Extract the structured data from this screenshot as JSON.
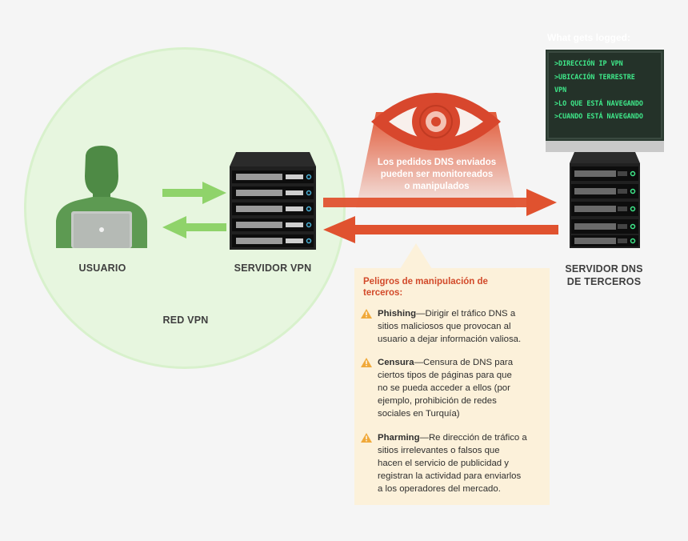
{
  "header_text": "What gets logged:",
  "log_lines": [
    ">DIRECCIÓN IP VPN",
    ">UBICACIÓN TERRESTRE",
    "VPN",
    ">LO QUE ESTÁ NAVEGANDO",
    ">CUANDO ESTÁ NAVEGANDO"
  ],
  "labels": {
    "user": "USUARIO",
    "vpn_server": "SERVIDOR VPN",
    "vpn_network": "RED VPN",
    "dns_server_line1": "SERVIDOR DNS",
    "dns_server_line2": "DE TERCEROS"
  },
  "eye_text": [
    "Los pedidos DNS enviados",
    "pueden ser monitoreados",
    "o manipulados"
  ],
  "panel": {
    "title_line1": "Peligros de manipulación de",
    "title_line2": "terceros:",
    "items": [
      {
        "title": "Phishing",
        "sep": "—",
        "lines": [
          "Dirigir el tráfico DNS a",
          "sitios maliciosos que provocan al",
          "usuario a dejar información valiosa."
        ]
      },
      {
        "title": "Censura",
        "sep": "—",
        "lines": [
          "Censura de DNS para",
          "ciertos tipos de páginas para que",
          "no se pueda acceder a ellos (por",
          "ejemplo, prohibición de redes",
          "sociales en Turquía)"
        ]
      },
      {
        "title": "Pharming",
        "sep": "—",
        "lines": [
          "Re dirección de tráfico a",
          "sitios irrelevantes o falsos que",
          "hacen el servicio de publicidad y",
          "registran la actividad para enviarlos",
          "a los operadores del mercado."
        ]
      }
    ]
  },
  "colors": {
    "background": "#f5f5f5",
    "vpn_circle": "#e7f6df",
    "green_arrow": "#8fd36a",
    "red_arrow": "#e0522f",
    "eye_red": "#d8472d",
    "panel_bg": "#fcf1da",
    "terminal_green": "#3fe98a",
    "warning": "#f0a93a"
  },
  "icons": [
    "user-laptop-icon",
    "server-rack-icon",
    "eye-icon",
    "warning-icon",
    "monitor-icon"
  ]
}
